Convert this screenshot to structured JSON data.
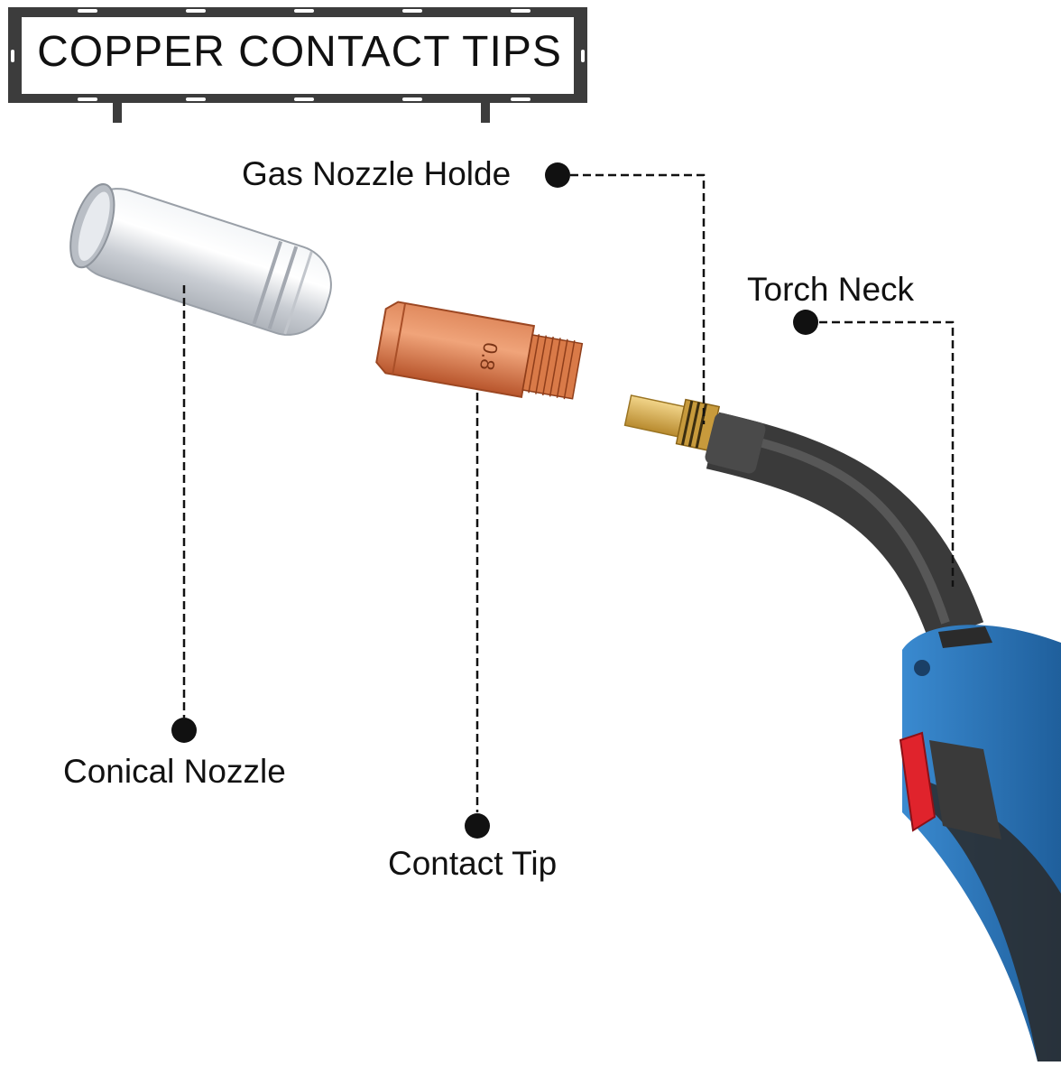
{
  "title": "COPPER CONTACT TIPS",
  "labels": {
    "gas_nozzle_holder": "Gas Nozzle Holde",
    "torch_neck": "Torch Neck",
    "conical_nozzle": "Conical Nozzle",
    "contact_tip": "Contact Tip"
  },
  "contact_tip_marking": "0.8",
  "colors": {
    "frame": "#3c3c3c",
    "leader": "#111111",
    "copper": "#c8643a",
    "chrome": "#d9dde2",
    "handle_blue": "#2f7fc4",
    "trigger_red": "#e0232c",
    "neck": "#4a4a4a",
    "brass": "#d6a84a"
  }
}
